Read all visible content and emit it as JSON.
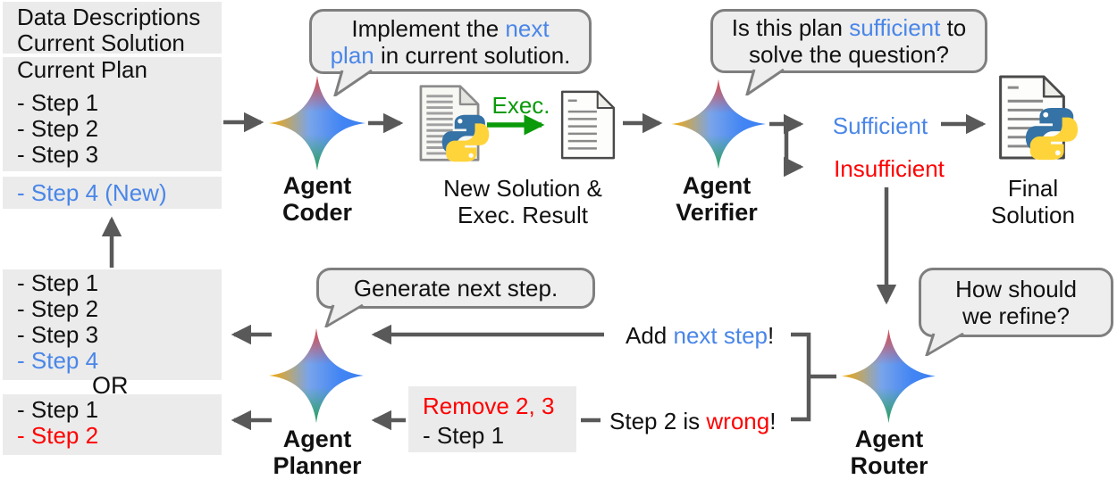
{
  "colors": {
    "blue": "#4a86e8",
    "red": "#fe0000",
    "green": "#0a9a0a",
    "black": "#111111",
    "arrow_gray": "#595959",
    "box_bg": "#ebebeb",
    "bubble_bg": "#eeeeee",
    "bubble_border": "#7f7f7f",
    "star_red": "#ea4335",
    "star_blue": "#4285f4",
    "star_yellow": "#f9ab00",
    "star_green": "#34a853",
    "python_blue": "#3572a5",
    "python_yellow": "#ffd43b"
  },
  "boxes": {
    "context": [
      "Data Descriptions",
      "Current Solution"
    ],
    "current_plan": [
      "Current Plan",
      "- Step 1",
      "- Step 2",
      "- Step 3"
    ],
    "new_step": [
      {
        "t": "- Step 4 (New)",
        "c": "blue"
      }
    ],
    "plan_a": [
      [
        {
          "t": "- Step 1"
        }
      ],
      [
        {
          "t": "- Step 2"
        }
      ],
      [
        {
          "t": "- Step 3"
        }
      ],
      [
        {
          "t": "- Step 4",
          "c": "blue"
        }
      ]
    ],
    "or_label": "OR",
    "plan_b": [
      [
        {
          "t": "- Step 1"
        }
      ],
      [
        {
          "t": "- Step 2",
          "c": "red"
        }
      ]
    ],
    "remove": [
      [
        {
          "t": "Remove 2, 3",
          "c": "red"
        }
      ],
      [
        {
          "t": "- Step 1"
        }
      ]
    ]
  },
  "agents": {
    "coder": {
      "line1": "Agent",
      "line2": "Coder"
    },
    "verifier": {
      "line1": "Agent",
      "line2": "Verifier"
    },
    "planner": {
      "line1": "Agent",
      "line2": "Planner"
    },
    "router": {
      "line1": "Agent",
      "line2": "Router"
    }
  },
  "bubbles": {
    "coder": [
      [
        {
          "t": "Implement the "
        },
        {
          "t": "next",
          "c": "blue"
        }
      ],
      [
        {
          "t": "plan",
          "c": "blue"
        },
        {
          "t": " in current solution."
        }
      ]
    ],
    "verifier": [
      [
        {
          "t": "Is this plan "
        },
        {
          "t": "sufficient",
          "c": "blue"
        },
        {
          "t": " to"
        }
      ],
      [
        {
          "t": "solve the question?"
        }
      ]
    ],
    "planner": [
      [
        {
          "t": "Generate next step."
        }
      ]
    ],
    "router": [
      [
        {
          "t": "How should"
        }
      ],
      [
        {
          "t": "we refine?"
        }
      ]
    ]
  },
  "flow": {
    "exec_label": [
      {
        "t": "Exec.",
        "c": "green"
      }
    ],
    "new_solution": {
      "line1": "New Solution &",
      "line2": "Exec. Result"
    },
    "final_solution": {
      "line1": "Final",
      "line2": "Solution"
    },
    "sufficient": [
      {
        "t": "Sufficient",
        "c": "blue"
      }
    ],
    "insufficient": [
      {
        "t": "Insufficient",
        "c": "red"
      }
    ],
    "add_next_step": [
      {
        "t": "Add "
      },
      {
        "t": "next step",
        "c": "blue"
      },
      {
        "t": "!"
      }
    ],
    "step2_wrong": [
      {
        "t": "Step 2 is "
      },
      {
        "t": "wrong",
        "c": "red"
      },
      {
        "t": "!"
      }
    ]
  }
}
